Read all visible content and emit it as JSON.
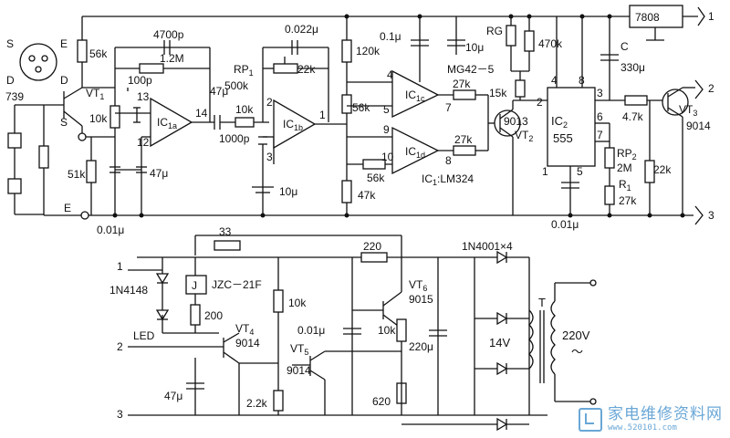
{
  "labels": {
    "reg": "7808",
    "c4700p": "4700p",
    "r12M": "1.2M",
    "c0022": "0.022μ",
    "r120k": "120k",
    "c01u_top": "0.1μ",
    "c10u_top": "10μ",
    "rg": "RG",
    "r470k": "470k",
    "cC": "C",
    "c330": "330μ",
    "sensorS": "S",
    "sensorE": "E",
    "sensorD": "D",
    "sensorS2": "S",
    "r56k_a": "56k",
    "p739": "739",
    "pD": "D",
    "vt1": "VT",
    "vt1sub": "1",
    "pS": "S",
    "r10k_a": "10k",
    "r51k": "51k",
    "pE": "E",
    "c001_a": "0.01μ",
    "c100p": "100p",
    "ic1a": "IC",
    "ic1asub": "1a",
    "n13": "13",
    "n12": "12",
    "n14": "14",
    "c47u_a": "47μ",
    "c47u_b": "47μ",
    "rp1": "RP",
    "rp1sub": "1",
    "rp1val": "500k",
    "r22k_a": "22k",
    "r10k_b": "10k",
    "c1000p": "1000p",
    "n2": "2",
    "n3": "3",
    "n1": "1",
    "ic1b": "IC",
    "ic1bsub": "1b",
    "c10u_b": "10μ",
    "n4": "4",
    "n5": "5",
    "n7": "7",
    "n9": "9",
    "n8": "8",
    "n10": "10",
    "r56k_b": "56k",
    "r56k_c": "56k",
    "r47k": "47k",
    "ic1c": "IC",
    "ic1csub": "1c",
    "ic1d": "IC",
    "ic1dsub": "1d",
    "r27k_a": "27k",
    "r27k_b": "27k",
    "ic1name": "IC",
    "ic1namesub": "1",
    "ic1part": ":LM324",
    "mg": "MG42－5",
    "r15k": "15k",
    "vt2part": "9013",
    "vt2": "VT",
    "vt2sub": "2",
    "ic2": "IC",
    "ic2sub": "2",
    "ic2part": "555",
    "p4": "4",
    "p8": "8",
    "p2": "2",
    "p3": "3",
    "p6": "6",
    "p7": "7",
    "p1": "1",
    "p5": "5",
    "c001_b": "0.01μ",
    "rp2": "RP",
    "rp2sub": "2",
    "rp2val": "2M",
    "r1": "R",
    "r1sub": "1",
    "r1val": "27k",
    "r47k_b": "4.7k",
    "vt3": "VT",
    "vt3sub": "3",
    "vt3part": "9014",
    "r22k_b": "22k",
    "t1": "1",
    "t2": "2",
    "t3": "3",
    "bt1": "1",
    "bt2": "2",
    "bt3": "3",
    "r33": "33",
    "r220": "220",
    "diodes": "1N4001×4",
    "d4148": "1N4148",
    "relay": "J",
    "relaypart": "JZC－21F",
    "r200": "200",
    "led": "LED",
    "vt4": "VT",
    "vt4sub": "4",
    "vt4part": "9014",
    "c47u_c": "47μ",
    "r10k_c": "10k",
    "vt5": "VT",
    "vt5sub": "5",
    "vt5part": "9014",
    "r22k_c": "2.2k",
    "c001_c": "0.01μ",
    "vt6": "VT",
    "vt6sub": "6",
    "vt6part": "9015",
    "r10k_d": "10k",
    "c220": "220μ",
    "r620": "620",
    "v14": "14V",
    "tT": "T",
    "v220": "220V",
    "tilde": "～"
  },
  "watermark": {
    "main": "家电维修资料网",
    "sub": "www.520101.com"
  }
}
